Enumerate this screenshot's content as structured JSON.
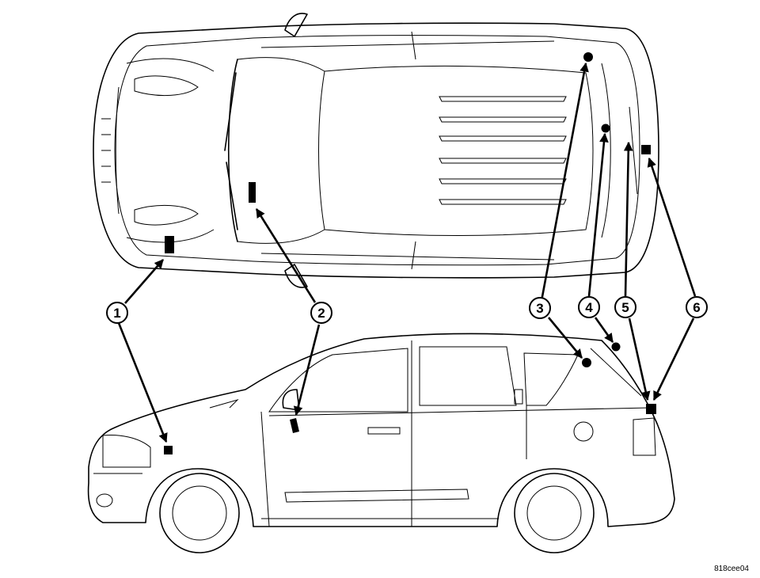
{
  "figure": {
    "reference_code": "818cee04",
    "callouts": [
      {
        "label": "1"
      },
      {
        "label": "2"
      },
      {
        "label": "3"
      },
      {
        "label": "4"
      },
      {
        "label": "5"
      },
      {
        "label": "6"
      }
    ]
  },
  "colors": {
    "line": "#000000",
    "background": "#ffffff"
  }
}
